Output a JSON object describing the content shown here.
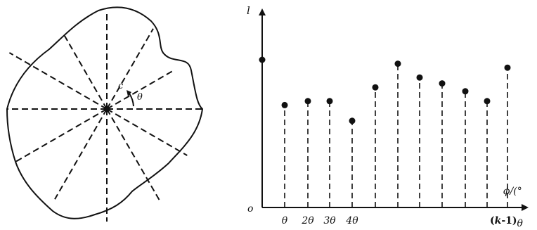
{
  "shape_diagram": {
    "center_label": "c",
    "angle_label": "θ"
  },
  "stem_plot": {
    "y_axis_label": "l",
    "origin_label": "o",
    "x_axis_label": "ϕ/(°",
    "tick_labels": [
      "θ",
      "2θ",
      "3θ",
      "4θ"
    ],
    "last_tick_label": {
      "prefix": "(",
      "k": "k",
      "suffix": "-1)",
      "theta": "θ"
    },
    "values": [
      0.75,
      0.52,
      0.54,
      0.54,
      0.44,
      0.61,
      0.73,
      0.66,
      0.63,
      0.59,
      0.54,
      0.71
    ]
  },
  "colors": {
    "ink": "#111111",
    "background": "#ffffff"
  }
}
